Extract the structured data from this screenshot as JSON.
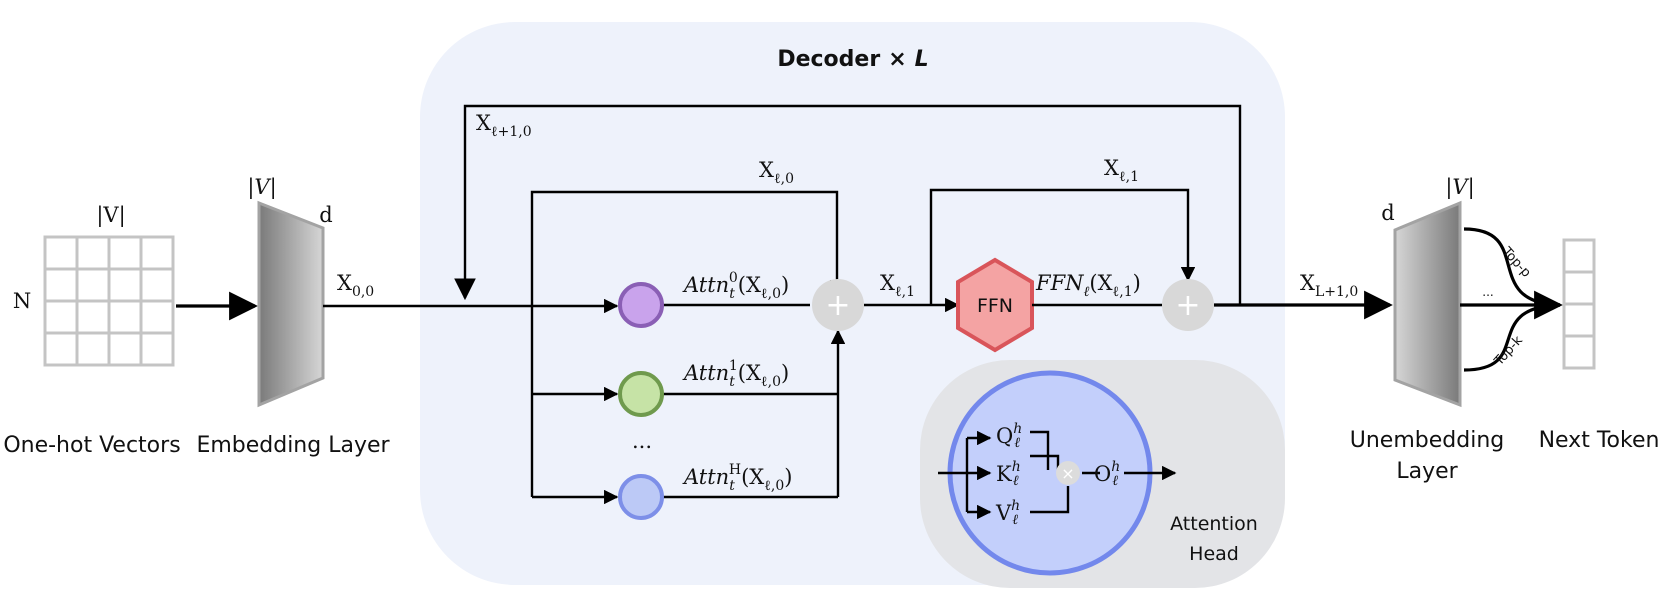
{
  "decoder": {
    "title": "Decoder",
    "times": "×",
    "repeat": "L",
    "bg_color": "#eef2fb"
  },
  "input": {
    "caption": "One-hot Vectors",
    "rows_label": "N",
    "cols_label": "|V|",
    "grid_rows": 4,
    "grid_cols": 4
  },
  "embedding": {
    "caption": "Embedding Layer",
    "top_label": "|V|",
    "side_label": "d"
  },
  "x00": {
    "base": "X",
    "sub": "0,0"
  },
  "x_l0_top": {
    "base": "X",
    "sub": "ℓ,0"
  },
  "x_lp1": {
    "base": "X",
    "sub": "ℓ+1,0"
  },
  "x_l1_mid": {
    "base": "X",
    "sub": "ℓ,1"
  },
  "x_l1_top": {
    "base": "X",
    "sub": "ℓ,1"
  },
  "x_L1": {
    "base": "X",
    "sub": "L+1,0"
  },
  "heads": [
    {
      "fn": "Attn",
      "sub": "t",
      "sup": "0",
      "arg": "(X",
      "arg_sub": "ℓ,0",
      "close": ")",
      "fill": "#c9a3ec",
      "stroke": "#8a5fb5"
    },
    {
      "fn": "Attn",
      "sub": "t",
      "sup": "1",
      "arg": "(X",
      "arg_sub": "ℓ,0",
      "close": ")",
      "fill": "#c6e3a6",
      "stroke": "#6f9a4d"
    },
    {
      "fn": "Attn",
      "sub": "t",
      "sup": "H",
      "arg": "(X",
      "arg_sub": "ℓ,0",
      "close": ")",
      "fill": "#bcc9f6",
      "stroke": "#7d8fe8"
    }
  ],
  "heads_ellipsis": "...",
  "plus_symbol": "+",
  "ffn": {
    "label": "FFN",
    "fn": "FFN",
    "fn_sub": "ℓ",
    "arg": "(X",
    "arg_sub": "ℓ,1",
    "close": ")",
    "fill": "#f4a3a3",
    "stroke": "#d9555a"
  },
  "attention_head": {
    "caption_line1": "Attention",
    "caption_line2": "Head",
    "panel_color": "#e3e4e7",
    "circle_fill": "#c3cffb",
    "circle_stroke": "#7388ec",
    "q": {
      "base": "Q",
      "sup": "h",
      "sub": "ℓ"
    },
    "k": {
      "base": "K",
      "sup": "h",
      "sub": "ℓ"
    },
    "v": {
      "base": "V",
      "sup": "h",
      "sub": "ℓ"
    },
    "o": {
      "base": "O",
      "sup": "h",
      "sub": "ℓ"
    },
    "times_symbol": "×"
  },
  "unembedding": {
    "caption_line1": "Unembedding",
    "caption_line2": "Layer",
    "top_label": "|V|",
    "side_label": "d"
  },
  "sampling": {
    "top_p": "Top-p",
    "top_k": "Top-k",
    "ellipsis": "..."
  },
  "next_token": {
    "caption": "Next Token",
    "cells": 4
  }
}
